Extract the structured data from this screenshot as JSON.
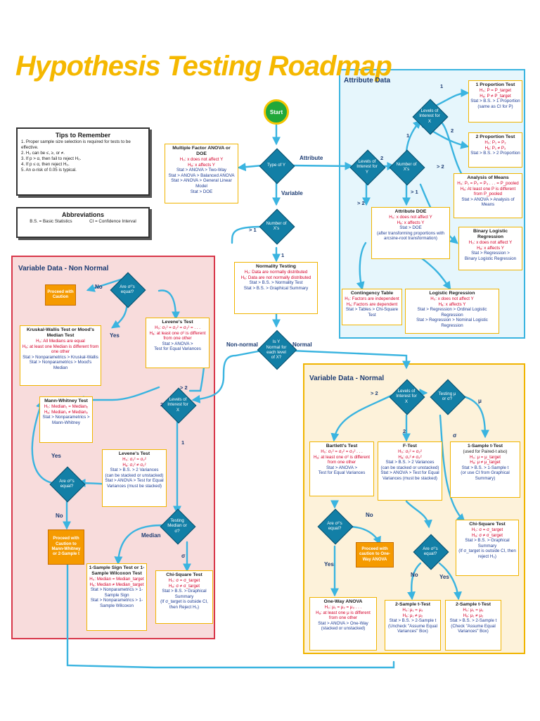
{
  "title": "Hypothesis Testing Roadmap",
  "colors": {
    "wire": "#3ab4e0",
    "diamond": "#127fa6",
    "attribute_bg": "#e6f6fc",
    "normal_bg": "#fdf2da",
    "nonnormal_bg": "#f8dcdc"
  },
  "start": "Start",
  "tips": {
    "title": "Tips to Remember",
    "items": [
      "1. Proper sample size selection is required for tests to be effective.",
      "2. H₀ can be ≤, ≥, or ≠.",
      "3. If p > α, then fail to reject H₀.",
      "4. If p ≤ α, then reject H₀.",
      "5. An α-risk of 0.05 is typical."
    ]
  },
  "abbrev": {
    "title": "Abbreviations",
    "bs": "B.S. = Basic Statistics",
    "ci": "CI = Confidence Interval"
  },
  "panels": {
    "attribute": "Attribute Data",
    "nonnormal": "Variable Data - Non Normal",
    "normal": "Variable Data - Normal"
  },
  "labels": {
    "attribute": "Attribute",
    "variable": "Variable",
    "non_normal": "Non-normal",
    "normal": "Normal",
    "no": "No",
    "yes": "Yes",
    "median": "Median",
    "sigma": "σ",
    "mu": "μ",
    "gt1": "> 1",
    "one": "1",
    "two": "2",
    "gt2": "> 2"
  },
  "diamonds": {
    "type_of_y": "Type of Y",
    "num_x_main": "Number of X's",
    "is_y_normal": "Is Y Normal for each level of X?",
    "attr_levels": "Levels of Interest for Y",
    "attr_num_x": "Number of X's",
    "attr_levels_x": "Levels of Interest for X",
    "nn_equal": "Are σ²'s equal?",
    "nn_levels": "Levels of Interest for X",
    "nn_equal2": "Are σ²'s equal?",
    "nn_testing": "Testing Median or σ?",
    "n_levels": "Levels of Interest for X",
    "n_testing": "Testing μ or σ?",
    "n_equal_left": "Are σ²'s equal?",
    "n_equal_right": "Are σ²'s equal?"
  },
  "boxes": {
    "mfa": {
      "title": "Multiple Factor ANOVA or DOE",
      "h0": "H₀: x does not affect Y",
      "ha": "Hₐ: x affects Y",
      "s1": "Stat > ANOVA > Two-Way",
      "s2": "Stat > ANOVA > Balanced ANOVA",
      "s3": "Stat > ANOVA > General Linear Model",
      "s4": "Stat > DOE"
    },
    "normality": {
      "title": "Normality Testing",
      "h0": "H₀: Data are normally distributed",
      "ha": "Hₐ: Data are not normally distributed",
      "s1": "Stat > B.S. > Normality Test",
      "s2": "Stat > B.S. > Graphical Summary"
    },
    "p1": {
      "title": "1 Proportion Test",
      "h0": "H₀: P = P_target",
      "ha": "Hₐ: P ≠ P_target",
      "s1": "Stat > B.S. > 1 Proportion",
      "s2": "(same as CI for P)"
    },
    "p2": {
      "title": "2 Proportion Test",
      "h0": "H₀: P₁ = P₂",
      "ha": "Hₐ: P₁ ≠ P₂",
      "s1": "Stat > B.S. > 2 Proportion"
    },
    "anom": {
      "title": "Analysis of Means",
      "h0": "H₀: P₁ = P₂ = P₃ . . . = P_pooled",
      "ha": "Hₐ: At least one P is different from P_pooled",
      "s1": "Stat > ANOVA > Analysis of Means"
    },
    "adoe": {
      "title": "Attribute DOE",
      "h0": "H₀: x does not affect Y",
      "ha": "Hₐ: x affects Y",
      "s1": "Stat > DOE",
      "s2": "(after transforming proportions with arcsine-root transformation)"
    },
    "blr": {
      "title": "Binary Logistic Regression",
      "h0": "H₀: x does not affect Y",
      "ha": "Hₐ: x affects Y",
      "s1": "Stat > Regression >",
      "s2": "Binary Logistic Regression"
    },
    "ct": {
      "title": "Contingency Table",
      "h0": "H₀: Factors are independent",
      "ha": "Hₐ: Factors are dependent",
      "s1": "Stat > Tables > Chi-Square Test"
    },
    "lr": {
      "title": "Logistic Regression",
      "h0": "H₀: x does not affect Y",
      "ha": "Hₐ: x affects Y",
      "s1": "Stat > Regression > Ordinal Logistic Regression",
      "s2": "Stat > Regression > Nominal Logistic Regression"
    },
    "kw": {
      "title": "Kruskal-Wallis Test or Mood's Median Test",
      "h0": "H₀: All Medians are equal",
      "ha": "Hₐ: at least one Median is different from one other",
      "s1": "Stat > Nonparametrics > Kruskal-Wallis",
      "s2": "Stat > Nonparametrics > Mood's Median"
    },
    "lev1": {
      "title": "Levene's Test",
      "h0": "H₀: σ₁² = σ₂² = σ₃² = . . .",
      "ha": "Hₐ: at least one σ² is different from one other",
      "s1": "Stat > ANOVA >",
      "s2": "Test for Equal Variances"
    },
    "mw": {
      "title": "Mann-Whitney Test",
      "h0": "H₀: Median₁ = Median₂",
      "ha": "Hₐ: Median₁ ≠ Median₂",
      "s1": "Stat > Nonparametrics >",
      "s2": "Mann-Whitney"
    },
    "lev2": {
      "title": "Levene's Test",
      "h0": "H₀: σ₁² = σ₂²",
      "ha": "Hₐ: σ₁² ≠ σ₂²",
      "s1": "Stat > B.S. > 2 Variances",
      "s2": "(can be stacked or unstacked)",
      "s3": "Stat > ANOVA > Test for Equal Variances (must be stacked)"
    },
    "sign": {
      "title": "1-Sample Sign Test or 1-Sample Wilcoxon Test",
      "h0": "H₀: Median = Median_target",
      "ha": "Hₐ: Median ≠ Median_target",
      "s1": "Stat > Nonparametrics > 1-Sample Sign",
      "s2": "Stat > Nonparametrics > 1-Sample Wilcoxon"
    },
    "chi1": {
      "title": "Chi-Square Test",
      "h0": "H₀: σ = σ_target",
      "ha": "Hₐ: σ ≠ σ_target",
      "s1": "Stat > B.S. > Graphical Summary",
      "s2": "(If σ_target is outside CI, then Reject H₀)"
    },
    "bart": {
      "title": "Bartlett's Test",
      "h0": "H₀: σ₁² = σ₂² = σ₃² . . .",
      "ha": "Hₐ: at least one σ² is different from one other",
      "s1": "Stat > ANOVA >",
      "s2": "Test for Equal Variances"
    },
    "ftest": {
      "title": "F-Test",
      "h0": "H₀: σ₁² = σ₂²",
      "ha": "Hₐ: σ₁² ≠ σ₂²",
      "s1": "Stat > B.S. > 2 Variances",
      "s2": "(can be stacked or unstacked)",
      "s3": "Stat > ANOVA > Test for Equal Variances (must be stacked)"
    },
    "t1": {
      "title": "1-Sample t-Test",
      "sub": "(used for Paired-t also)",
      "h0": "H₀: μ = μ_target",
      "ha": "Hₐ: μ ≠ μ_target",
      "s1": "Stat > B.S. > 1-Sample t",
      "s2": "(or use CI from Graphical Summary)"
    },
    "chi2": {
      "title": "Chi-Square Test",
      "h0": "H₀: σ = σ_target",
      "ha": "Hₐ: σ ≠ σ_target",
      "s1": "Stat > B.S. > Graphical Summary",
      "s2": "(If σ_target is outside CI, then reject H₀)"
    },
    "anova": {
      "title": "One-Way ANOVA",
      "h0": "H₀: μ₁ = μ₂ = μ₃ . . .",
      "ha": "Hₐ: at least one μ is different from one other",
      "s1": "Stat > ANOVA > One-Way",
      "s2": "(stacked or unstacked)"
    },
    "t2a": {
      "title": "2-Sample t-Test",
      "h0": "H₀: μ₁ = μ₂",
      "ha": "Hₐ: μ₁ ≠ μ₂",
      "s1": "Stat > B.S. > 2-Sample t",
      "s2": "(Uncheck \"Assume Equal Variances\" Box)"
    },
    "t2b": {
      "title": "2-Sample t-Test",
      "h0": "H₀: μ₁ = μ₂",
      "ha": "Hₐ: μ₁ ≠ μ₂",
      "s1": "Stat > B.S. > 2-Sample t",
      "s2": "(Check \"Assume Equal Variances\" Box)"
    }
  },
  "cautions": {
    "c1": "Proceed with Caution",
    "c2": "Proceed with Caution to Mann-Whitney or 2-Sample t",
    "c3": "Proceed with caution to One-Way ANOVA"
  }
}
